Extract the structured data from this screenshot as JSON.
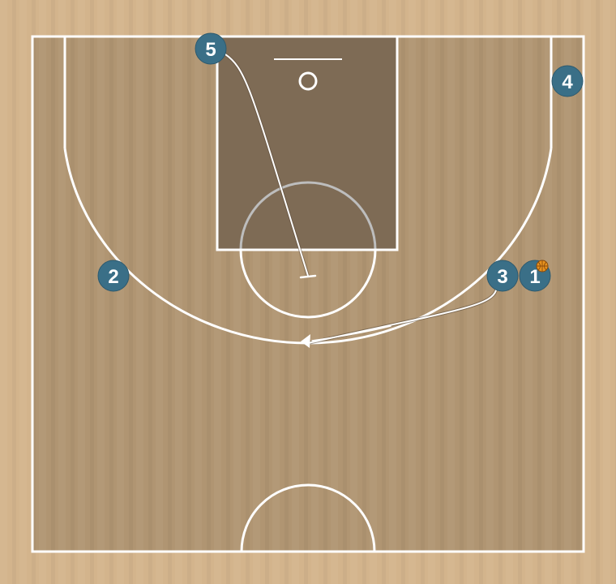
{
  "colors": {
    "outer_floor": "#d3b48c",
    "court_floor": "#b09572",
    "paint": "#7e6b55",
    "lines": "#ffffff",
    "player": "#3a6f87",
    "ball": "#e8921e"
  },
  "players": [
    {
      "id": "player-5",
      "label": "5"
    },
    {
      "id": "player-4",
      "label": "4"
    },
    {
      "id": "player-2",
      "label": "2"
    },
    {
      "id": "player-3",
      "label": "3"
    },
    {
      "id": "player-1",
      "label": "1",
      "has_ball": true
    }
  ],
  "movements": [
    {
      "id": "screen-path-5",
      "from": "5",
      "type": "screen"
    },
    {
      "id": "cut-path-3",
      "from": "3",
      "type": "cut"
    }
  ]
}
